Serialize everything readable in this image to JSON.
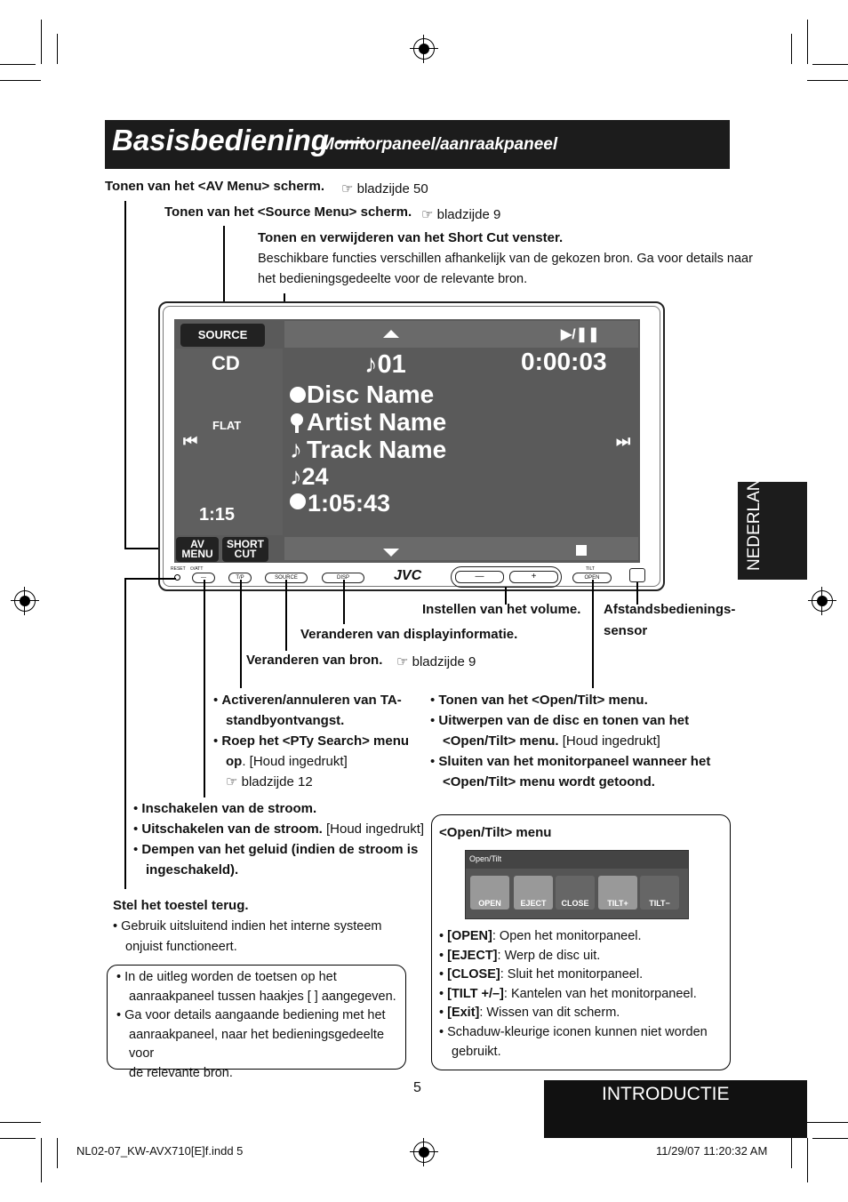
{
  "header": {
    "title": "Basisbediening —",
    "subtitle": "Monitorpaneel/aanraakpaneel"
  },
  "callouts": {
    "av_menu": "Tonen van het <AV Menu> scherm.",
    "av_menu_ref": "☞ bladzijde 50",
    "source_menu": "Tonen van het <Source Menu> scherm.",
    "source_menu_ref": "☞ bladzijde 9",
    "shortcut_title": "Tonen en verwijderen van het Short Cut venster.",
    "shortcut_desc1": "Beschikbare functies verschillen afhankelijk van de gekozen bron. Ga voor details naar",
    "shortcut_desc2": "het bedieningsgedeelte voor de relevante bron.",
    "volume": "Instellen van het volume.",
    "remote1": "Afstandsbedienings-",
    "remote2": "sensor",
    "display": "Veranderen van displayinformatie.",
    "source": "Veranderen van bron.",
    "source_ref": "☞ bladzijde 9"
  },
  "screen": {
    "source_btn": "SOURCE",
    "play_pause": "▶/❚❚",
    "cd": "CD",
    "track_num": "♪01",
    "time": "0:00:03",
    "disc": "Disc Name",
    "artist": "Artist Name",
    "track": "Track Name",
    "count": "♪24",
    "total": "1:05:43",
    "flat": "FLAT",
    "clock": "1:15",
    "av_btn1": "AV",
    "av_btn2": "MENU",
    "sc_btn1": "SHORT",
    "sc_btn2": "CUT"
  },
  "device_buttons": {
    "reset": "RESET",
    "att": "⏻/ATT",
    "tp": "T/P",
    "source": "SOURCE",
    "disp": "DISP",
    "brand": "JVC",
    "minus": "—",
    "plus": "+",
    "tilt": "TILT",
    "open": "OPEN"
  },
  "tp_list": {
    "item1a": "Activeren/annuleren van TA-",
    "item1b": "standbyontvangst.",
    "item2a": "Roep het <PTy Search> menu",
    "item2b": "op",
    "item2c": ". [Houd ingedrukt]",
    "item2ref": "☞ bladzijde 12"
  },
  "open_list": {
    "item1": "Tonen van het <Open/Tilt> menu.",
    "item2a": "Uitwerpen van de disc en tonen van het",
    "item2b": "<Open/Tilt> menu.",
    "item2c": " [Houd ingedrukt]",
    "item3a": "Sluiten van het monitorpaneel wanneer het",
    "item3b": "<Open/Tilt> menu wordt getoond."
  },
  "power_list": {
    "item1": "Inschakelen van de stroom.",
    "item2": "Uitschakelen van de stroom.",
    "item2b": "[Houd ingedrukt]",
    "item3a": "Dempen van het geluid (indien de stroom is",
    "item3b": "ingeschakeld)."
  },
  "reset_section": {
    "title": "Stel het toestel terug.",
    "desc1": "Gebruik uitsluitend indien het interne systeem",
    "desc2": "onjuist functioneert."
  },
  "note_box": {
    "l1": "In de uitleg worden de toetsen op het",
    "l2": "aanraakpaneel tussen haakjes [      ] aangegeven.",
    "l3": "Ga voor details aangaande bediening met het",
    "l4": "aanraakpaneel, naar het bedieningsgedeelte voor",
    "l5": "de relevante bron."
  },
  "open_tilt_box": {
    "title": "<Open/Tilt> menu",
    "strip_title": "Open/Tilt",
    "icons": [
      "OPEN",
      "EJECT",
      "CLOSE",
      "TILT+",
      "TILT−"
    ],
    "open_k": "[OPEN]",
    "open_v": ": Open het monitorpaneel.",
    "eject_k": "[EJECT]",
    "eject_v": ": Werp de disc uit.",
    "close_k": "[CLOSE]",
    "close_v": ": Sluit het monitorpaneel.",
    "tilt_k": "[TILT +/–]",
    "tilt_v": ": Kantelen van het monitorpaneel.",
    "exit_k": "[Exit]",
    "exit_v": ": Wissen van dit scherm.",
    "shadow1": "Schaduw-kleurige iconen kunnen niet worden",
    "shadow2": "gebruikt."
  },
  "side_tab": "NEDERLANDS",
  "section_tab": "INTRODUCTIE",
  "page_number": "5",
  "footer": {
    "file": "NL02-07_KW-AVX710[E]f.indd   5",
    "date": "11/29/07   11:20:32 AM"
  }
}
